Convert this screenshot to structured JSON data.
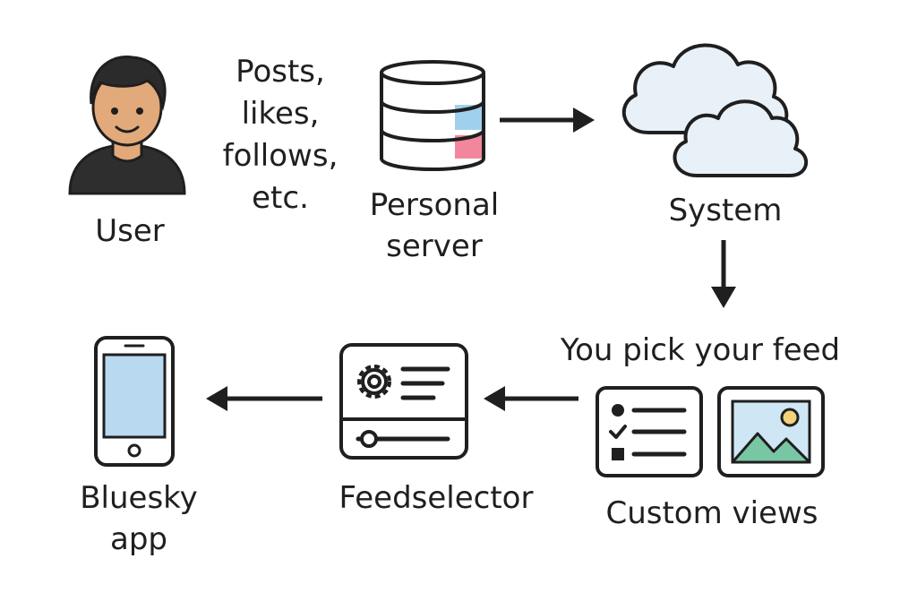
{
  "nodes": {
    "user": {
      "label": "User"
    },
    "data": {
      "lines": [
        "Posts,",
        "likes,",
        "follows,",
        "etc."
      ]
    },
    "server": {
      "lines": [
        "Personal",
        "server"
      ]
    },
    "system": {
      "label": "System"
    },
    "pick": {
      "label": "You pick your feed"
    },
    "custom_views": {
      "label": "Custom views"
    },
    "feedselector": {
      "label": "Feedselector"
    },
    "app": {
      "lines": [
        "Bluesky",
        "app"
      ]
    }
  },
  "icons": {
    "user": "person-avatar-icon",
    "server": "database-icon",
    "system": "cloud-icon",
    "list": "list-icon",
    "image": "image-icon",
    "feedselector": "settings-panel-icon",
    "app": "smartphone-icon"
  },
  "colors": {
    "stroke": "#1f1f1f",
    "skin": "#e2a97a",
    "hair": "#2b2b2b",
    "shirt": "#2e2e2e",
    "cloud": "#e8f0f8",
    "phone_screen": "#b9d9f1",
    "server_blue": "#9fd1ee",
    "server_pink": "#f2869c",
    "mountain": "#78c6a3",
    "sun": "#f4d27a",
    "sky": "#cfe6f5"
  }
}
